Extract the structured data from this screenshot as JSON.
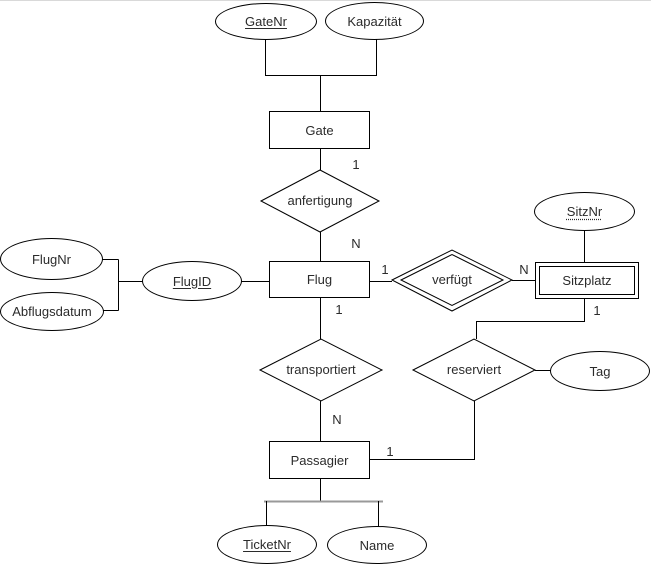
{
  "page": {
    "background": "#ffffff"
  },
  "palette": {
    "stroke": "#000000",
    "text": "#2b2b2b",
    "shape_fill": "#ffffff",
    "bracket_gray": "#999999",
    "bottom_edge_gray": "#d9d9d9"
  },
  "entities": {
    "gate": {
      "label": "Gate",
      "weak": false
    },
    "flug": {
      "label": "Flug",
      "weak": false
    },
    "sitzplatz": {
      "label": "Sitzplatz",
      "weak": true
    },
    "passagier": {
      "label": "Passagier",
      "weak": false
    }
  },
  "relationships": {
    "anfertigung": {
      "label": "anfertigung",
      "weak": false
    },
    "verfuegt": {
      "label": "verfügt",
      "weak": true
    },
    "transportiert": {
      "label": "transportiert",
      "weak": false
    },
    "reserviert": {
      "label": "reserviert",
      "weak": false
    }
  },
  "attributes": {
    "gatenr": {
      "label": "GateNr",
      "underline": "solid"
    },
    "kapazitaet": {
      "label": "Kapazität",
      "underline": "none"
    },
    "flugnr": {
      "label": "FlugNr",
      "underline": "none"
    },
    "abflugsdatum": {
      "label": "Abflugsdatum",
      "underline": "none"
    },
    "flugid": {
      "label": "FlugID",
      "underline": "solid"
    },
    "sitznr": {
      "label": "SitzNr",
      "underline": "dotted"
    },
    "tag": {
      "label": "Tag",
      "underline": "none"
    },
    "ticketnr": {
      "label": "TicketNr",
      "underline": "solid"
    },
    "name": {
      "label": "Name",
      "underline": "none"
    }
  },
  "cardinalities": {
    "gate_anfertigung": "1",
    "anfertigung_flug": "N",
    "flug_verfuegt": "1",
    "verfuegt_sitzplatz": "N",
    "flug_transportiert": "1",
    "transportiert_passagier": "N",
    "sitzplatz_reserviert": "1",
    "passagier_reserviert": "1"
  }
}
